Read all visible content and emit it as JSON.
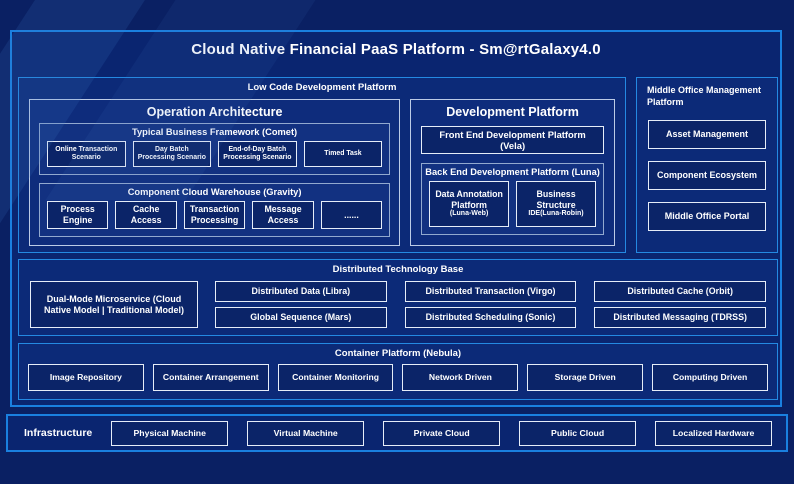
{
  "title": "Cloud Native Financial PaaS Platform - Sm@rtGalaxy4.0",
  "low_code": {
    "label": "Low Code Development Platform",
    "operation_architecture": {
      "title": "Operation Architecture",
      "comet": {
        "title": "Typical Business Framework (Comet)",
        "items": [
          "Online Transaction Scenario",
          "Day Batch Processing Scenario",
          "End-of-Day Batch Processing Scenario",
          "Timed Task"
        ]
      },
      "gravity": {
        "title": "Component Cloud Warehouse (Gravity)",
        "items": [
          "Process Engine",
          "Cache Access",
          "Transaction Processing",
          "Message Access",
          "......"
        ]
      }
    },
    "development_platform": {
      "title": "Development Platform",
      "front_end": "Front End Development Platform (Vela)",
      "back_end": {
        "title": "Back End Development Platform (Luna)",
        "items": [
          {
            "name": "Data Annotation Platform",
            "sub": "(Luna-Web)"
          },
          {
            "name": "Business Structure",
            "sub": "IDE(Luna-Robin)"
          }
        ]
      }
    }
  },
  "middle_office": {
    "label": "Middle Office Management Platform",
    "items": [
      "Asset Management",
      "Component Ecosystem",
      "Middle Office Portal"
    ]
  },
  "distributed": {
    "label": "Distributed Technology Base",
    "dual_mode": "Dual-Mode Microservice (Cloud Native Model | Traditional Model)",
    "items": [
      "Distributed Data (Libra)",
      "Distributed Transaction (Virgo)",
      "Distributed Cache (Orbit)",
      "Global Sequence (Mars)",
      "Distributed Scheduling (Sonic)",
      "Distributed Messaging (TDRSS)"
    ]
  },
  "container_platform": {
    "label": "Container Platform (Nebula)",
    "items": [
      "Image Repository",
      "Container Arrangement",
      "Container Monitoring",
      "Network Driven",
      "Storage Driven",
      "Computing Driven"
    ]
  },
  "infrastructure": {
    "label": "Infrastructure",
    "items": [
      "Physical Machine",
      "Virtual Machine",
      "Private Cloud",
      "Public Cloud",
      "Localized Hardware"
    ]
  },
  "colors": {
    "background": "#0a2063",
    "frame_fill": "#0a2570",
    "frame_border": "#1a80e0",
    "panel_border": "#2489e2",
    "group_border": "#92a9cf",
    "box_border": "#e6edf8",
    "box_fill": "#0b2468",
    "text": "#ffffff"
  }
}
